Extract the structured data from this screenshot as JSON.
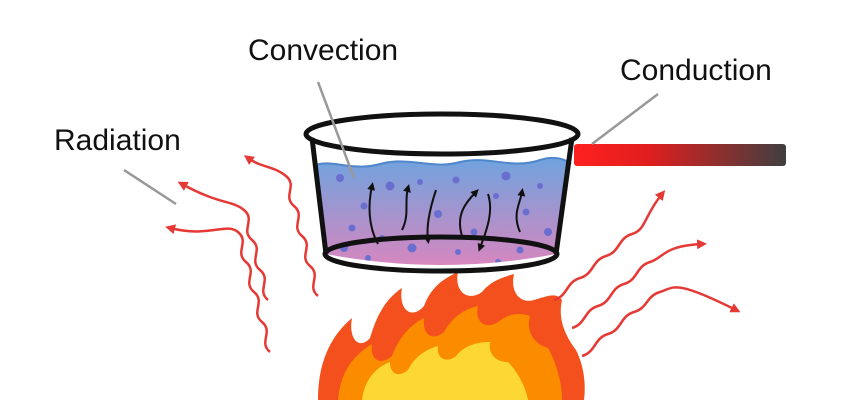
{
  "labels": {
    "convection": "Convection",
    "conduction": "Conduction",
    "radiation": "Radiation"
  },
  "colors": {
    "wave": "#e53935",
    "leader": "#999999",
    "pot_outline": "#111111",
    "water_top": "#6fa3de",
    "water_bottom": "#ee80b8",
    "bubble": "#6a6fcf",
    "handle_hot": "#ff2020",
    "handle_cool": "#3f3f3f",
    "flame_outer": "#f4501e",
    "flame_mid": "#fb8c00",
    "flame_inner": "#fdd835"
  },
  "icons": {
    "heat_source": "flame-icon",
    "radiation": "wavy-arrow-icon",
    "convection": "curved-arrow-icon"
  }
}
